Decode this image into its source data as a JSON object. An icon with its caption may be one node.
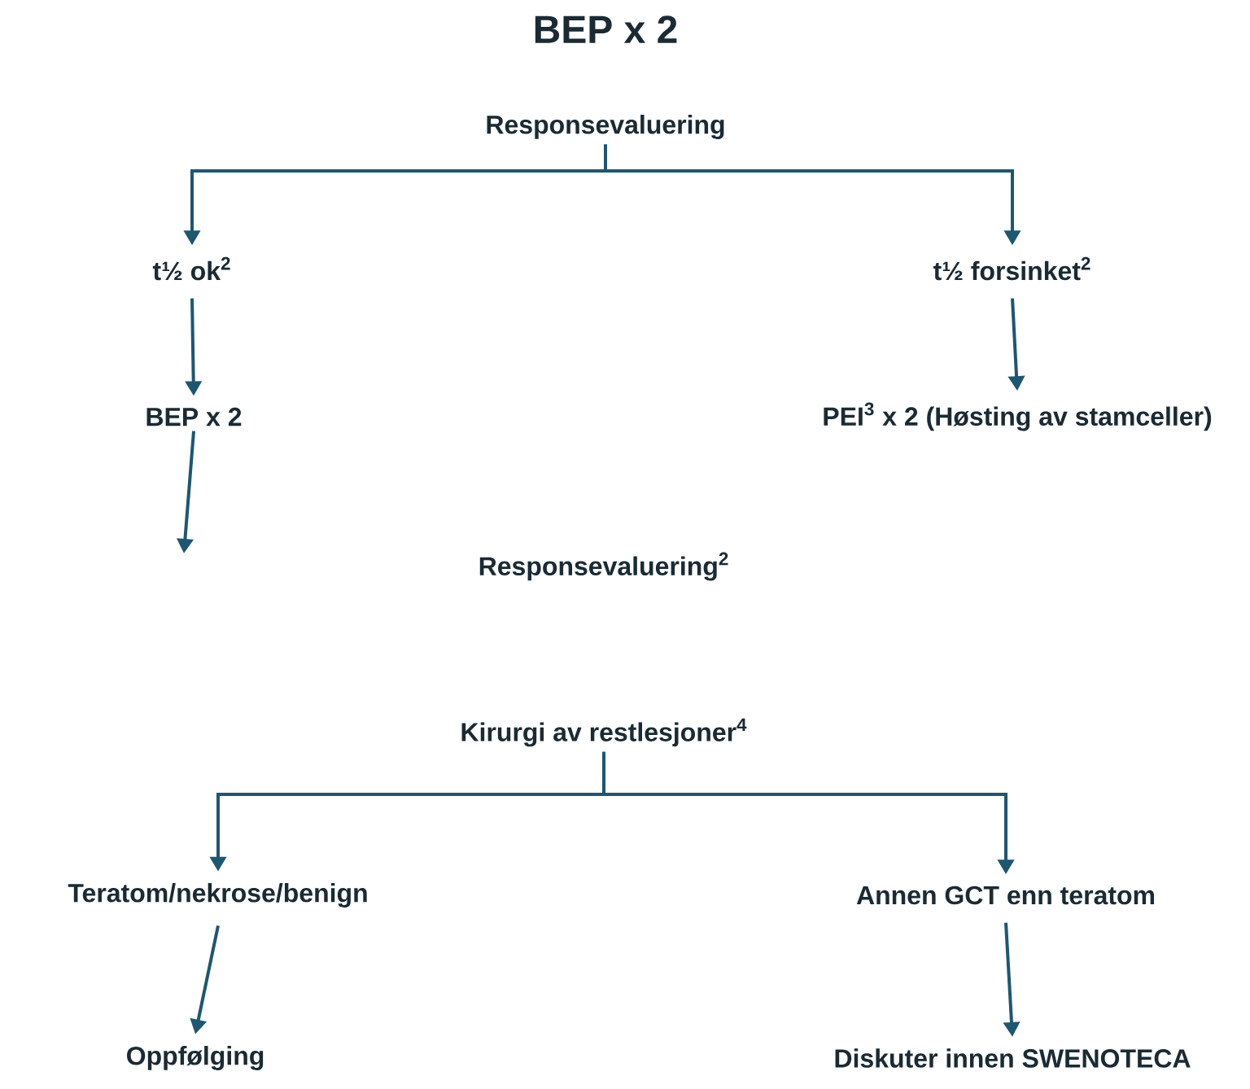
{
  "diagram": {
    "title": "BEP x 2",
    "nodes": [
      {
        "text": [
          "Responsevaluering"
        ]
      },
      {
        "text": [
          "t½ ok$^{2}$"
        ]
      },
      {
        "text": [
          "t½ forsinket$^{2}$"
        ]
      },
      {
        "text": [
          "BEP x 2"
        ]
      },
      {
        "text": [
          "PEI$^{3}$ x 2 (Høsting av stamceller)"
        ]
      },
      {
        "text": [
          "Responsevaluering$^{2}$"
        ]
      },
      {
        "text": [
          "Kirurgi av restlesjoner$^{4}$"
        ]
      },
      {
        "text": [
          "Teratom/nekrose/benign"
        ]
      },
      {
        "text": [
          "Annen GCT enn teratom"
        ]
      },
      {
        "text": [
          "Oppfølging"
        ]
      },
      {
        "text": [
          "Diskuter innen SWENOTECA"
        ]
      }
    ],
    "edges": [
      {
        "from": 0,
        "to": 1,
        "arrow": "to"
      },
      {
        "from": 0,
        "to": 2,
        "arrow": "to"
      },
      {
        "from": 1,
        "to": 3,
        "arrow": "to"
      },
      {
        "from": 2,
        "to": 4,
        "arrow": "to"
      },
      {
        "from": 3,
        "to": null,
        "arrow": "to"
      },
      {
        "from": 6,
        "to": 7,
        "arrow": "to"
      },
      {
        "from": 6,
        "to": 8,
        "arrow": "to"
      },
      {
        "from": 7,
        "to": 9,
        "arrow": "to"
      },
      {
        "from": 8,
        "to": 10,
        "arrow": "to"
      }
    ]
  }
}
